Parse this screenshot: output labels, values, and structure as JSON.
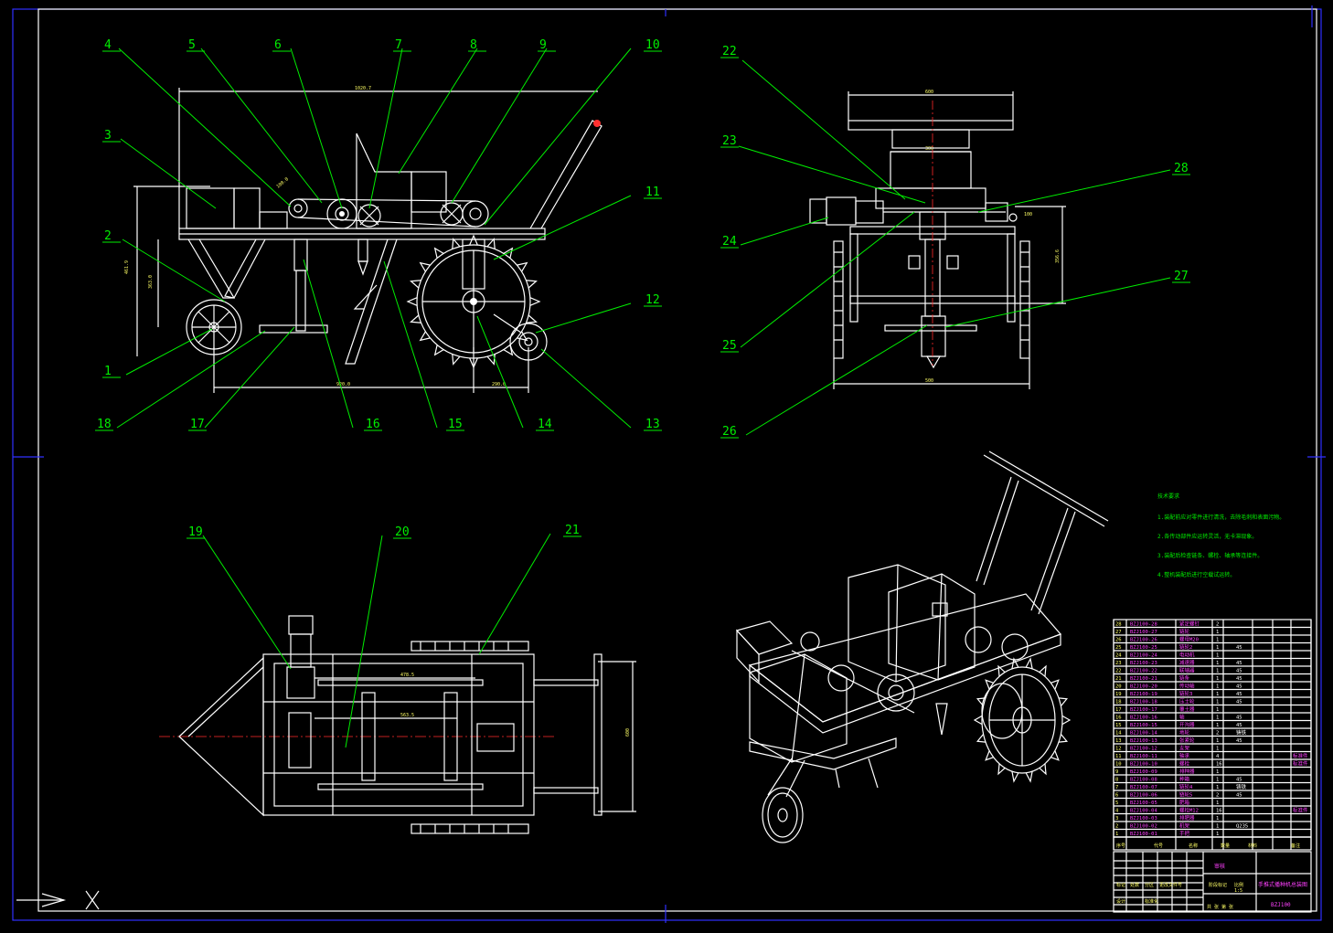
{
  "drawing": {
    "number": "BZJ100",
    "title": "手推式播种机总装图",
    "note_title": "技术要求",
    "tech_notes": [
      "1.装配前应对零件进行清洗，去除毛刺和表面污物。",
      "2.各传动部件应运转灵活，无卡滞现象。",
      "3.装配后检查链条、螺栓、轴承等连接件。",
      "4.整机装配后进行空载试运转。"
    ]
  },
  "callouts": {
    "front": [
      "1",
      "2",
      "3",
      "4",
      "5",
      "6",
      "7",
      "8",
      "9",
      "10",
      "11",
      "12",
      "13",
      "14",
      "15",
      "16",
      "17",
      "18"
    ],
    "top": [
      "19",
      "20",
      "21"
    ],
    "side": [
      "22",
      "23",
      "24",
      "25",
      "26",
      "27",
      "28"
    ]
  },
  "dims": {
    "front_total": "1020.7",
    "front_height": "461.9",
    "front_height2": "363.0",
    "front_bottom": "920.0",
    "front_bottom2": "290.0",
    "front_slant": "100.0",
    "side_top": "600",
    "side_inner": "300",
    "side_height": "356.6",
    "side_small": "100",
    "side_bottom": "500",
    "top_inner": "478.5",
    "top_mid": "563.5",
    "top_width": "600"
  },
  "bom": {
    "rows": [
      {
        "no": "28",
        "code": "BZJ100-28",
        "name": "紧定螺钉",
        "qty": "2",
        "mat": "",
        "note": ""
      },
      {
        "no": "27",
        "code": "BZJ100-27",
        "name": "链轮",
        "qty": "1",
        "mat": "",
        "note": ""
      },
      {
        "no": "26",
        "code": "BZJ100-26",
        "name": "螺母M20",
        "qty": "1",
        "mat": "",
        "note": ""
      },
      {
        "no": "25",
        "code": "BZJ100-25",
        "name": "链轮2",
        "qty": "1",
        "mat": "45",
        "note": ""
      },
      {
        "no": "24",
        "code": "BZJ100-24",
        "name": "电动机",
        "qty": "1",
        "mat": "",
        "note": ""
      },
      {
        "no": "23",
        "code": "BZJ100-23",
        "name": "减速器",
        "qty": "1",
        "mat": "45",
        "note": ""
      },
      {
        "no": "22",
        "code": "BZJ100-22",
        "name": "联轴器",
        "qty": "1",
        "mat": "45",
        "note": ""
      },
      {
        "no": "21",
        "code": "BZJ100-21",
        "name": "链条",
        "qty": "1",
        "mat": "45",
        "note": ""
      },
      {
        "no": "20",
        "code": "BZJ100-20",
        "name": "传动轴",
        "qty": "1",
        "mat": "45",
        "note": ""
      },
      {
        "no": "19",
        "code": "BZJ100-19",
        "name": "链轮3",
        "qty": "1",
        "mat": "45",
        "note": ""
      },
      {
        "no": "18",
        "code": "BZJ100-18",
        "name": "压土轮",
        "qty": "1",
        "mat": "45",
        "note": ""
      },
      {
        "no": "17",
        "code": "BZJ100-17",
        "name": "覆土器",
        "qty": "1",
        "mat": "",
        "note": ""
      },
      {
        "no": "16",
        "code": "BZJ100-16",
        "name": "轴",
        "qty": "1",
        "mat": "45",
        "note": ""
      },
      {
        "no": "15",
        "code": "BZJ100-15",
        "name": "开沟器",
        "qty": "1",
        "mat": "45",
        "note": ""
      },
      {
        "no": "14",
        "code": "BZJ100-14",
        "name": "地轮",
        "qty": "2",
        "mat": "铸铁",
        "note": ""
      },
      {
        "no": "13",
        "code": "BZJ100-13",
        "name": "张紧轮",
        "qty": "1",
        "mat": "45",
        "note": ""
      },
      {
        "no": "12",
        "code": "BZJ100-12",
        "name": "支架",
        "qty": "1",
        "mat": "",
        "note": ""
      },
      {
        "no": "11",
        "code": "BZJ100-11",
        "name": "轴承",
        "qty": "4",
        "mat": "",
        "note": "标准件"
      },
      {
        "no": "10",
        "code": "BZJ100-10",
        "name": "螺栓",
        "qty": "16",
        "mat": "",
        "note": "标准件"
      },
      {
        "no": "9",
        "code": "BZJ100-09",
        "name": "排种器",
        "qty": "1",
        "mat": "",
        "note": ""
      },
      {
        "no": "8",
        "code": "BZJ100-08",
        "name": "种箱",
        "qty": "1",
        "mat": "45",
        "note": ""
      },
      {
        "no": "7",
        "code": "BZJ100-07",
        "name": "链轮4",
        "qty": "1",
        "mat": "铸铁",
        "note": ""
      },
      {
        "no": "6",
        "code": "BZJ100-06",
        "name": "链轮5",
        "qty": "2",
        "mat": "45",
        "note": ""
      },
      {
        "no": "5",
        "code": "BZJ100-05",
        "name": "肥箱",
        "qty": "1",
        "mat": "",
        "note": ""
      },
      {
        "no": "4",
        "code": "BZJ100-04",
        "name": "螺栓M12",
        "qty": "16",
        "mat": "",
        "note": "标准件"
      },
      {
        "no": "3",
        "code": "BZJ100-03",
        "name": "排肥器",
        "qty": "1",
        "mat": "",
        "note": ""
      },
      {
        "no": "2",
        "code": "BZJ100-02",
        "name": "机架",
        "qty": "1",
        "mat": "Q235",
        "note": ""
      },
      {
        "no": "1",
        "code": "BZJ100-01",
        "name": "手把",
        "qty": "1",
        "mat": "",
        "note": ""
      }
    ],
    "header": [
      "序号",
      "代号",
      "名称",
      "数量",
      "材料",
      "备注"
    ]
  },
  "title_block": {
    "labels": [
      "标记",
      "处数",
      "分区",
      "更改文件号",
      "签名",
      "年月日",
      "设计",
      "标准化",
      "审核",
      "工艺",
      "批准",
      "阶段标记",
      "重量",
      "比例"
    ],
    "scale": "1:5",
    "sheet": "共 张 第 张"
  }
}
